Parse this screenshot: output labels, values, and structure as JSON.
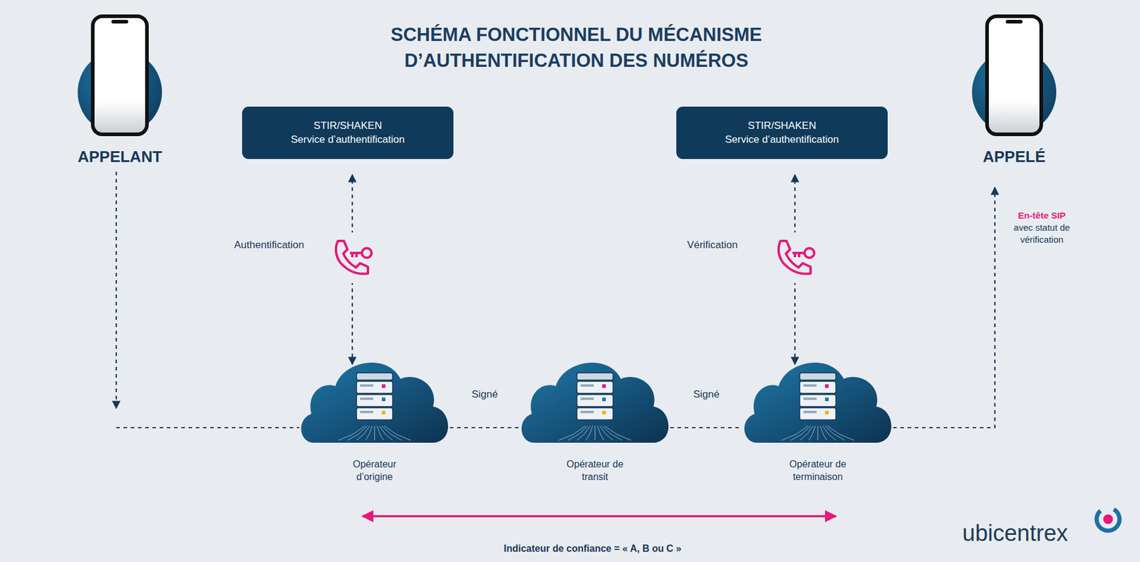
{
  "diagram": {
    "title": "SCHÉMA FONCTIONNEL DU MÉCANISME D’AUTHENTIFICATION DES NUMÉROS",
    "nodes": [
      {
        "text": [
          "APPELANT"
        ]
      },
      {
        "text": [
          "STIR/SHAKEN",
          "Service d’authentification"
        ]
      },
      {
        "text": [
          "STIR/SHAKEN",
          "Service d’authentification"
        ]
      },
      {
        "text": [
          "APPELÉ"
        ]
      },
      {
        "text": [
          "Opérateur d’origine"
        ]
      },
      {
        "text": [
          "Opérateur de transit"
        ]
      },
      {
        "text": [
          "Opérateur de terminaison"
        ]
      }
    ],
    "edges": [
      {
        "from": 0,
        "to": 4,
        "arrow": "to"
      },
      {
        "from": 4,
        "to": 1,
        "arrow": "both",
        "label": "Authentification"
      },
      {
        "from": 4,
        "to": 5,
        "arrow": "none",
        "label": "Signé"
      },
      {
        "from": 5,
        "to": 6,
        "arrow": "none",
        "label": "Signé"
      },
      {
        "from": 6,
        "to": 2,
        "arrow": "both",
        "label": "Vérification"
      },
      {
        "from": 6,
        "to": 3,
        "arrow": "to"
      }
    ],
    "labels": [
      "En-tête SIP",
      "avec statut de vérification",
      "Indicateur de confiance = « A, B ou C »",
      "ubicentrex"
    ]
  }
}
